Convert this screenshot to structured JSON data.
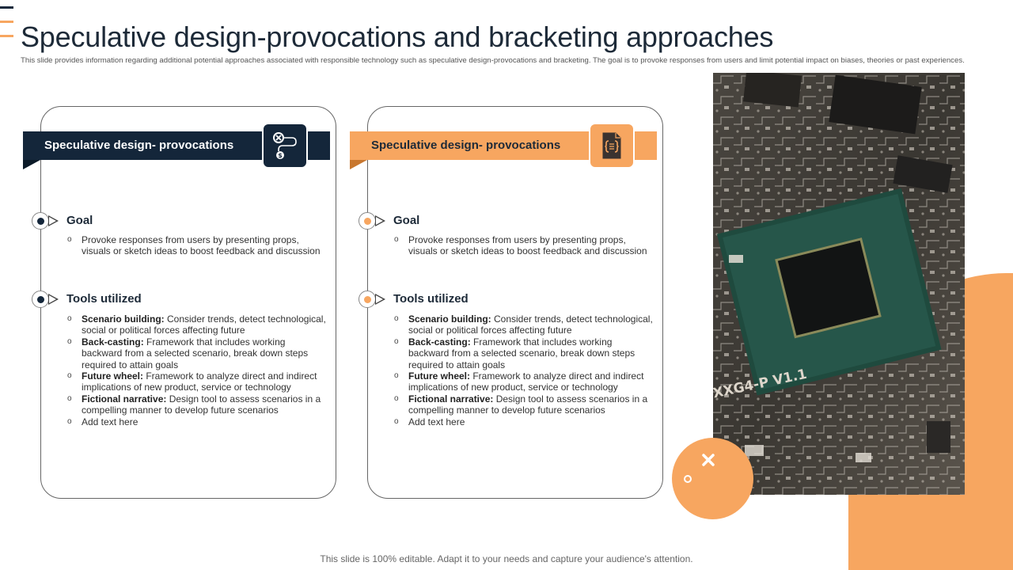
{
  "slide": {
    "title": "Speculative design-provocations and bracketing approaches",
    "subtitle": "This slide provides information regarding additional potential approaches associated with responsible technology such as speculative design-provocations and bracketing. The goal is to provoke responses from users and limit potential impact on biases, theories or past experiences.",
    "footer": "This slide is 100% editable. Adapt it to your needs and capture your audience's attention."
  },
  "colors": {
    "navy": "#14263a",
    "orange": "#f7a660",
    "text": "#1d2a38"
  },
  "cards": [
    {
      "heading": "Speculative design- provocations",
      "icon": "strategy-path-icon",
      "goal_label": "Goal",
      "goal_items": [
        "Provoke responses from users by presenting props, visuals or sketch ideas to boost feedback and discussion"
      ],
      "tools_label": "Tools utilized",
      "tools": [
        {
          "term": "Scenario building:",
          "text": " Consider trends, detect technological, social or political forces affecting future"
        },
        {
          "term": "Back-casting:",
          "text": " Framework that includes working backward from a selected scenario, break down steps required to attain goals"
        },
        {
          "term": "Future wheel:",
          "text": " Framework to analyze direct and indirect implications of new product, service or technology"
        },
        {
          "term": "Fictional narrative:",
          "text": " Design tool to assess scenarios in a compelling manner to develop future scenarios"
        },
        {
          "term": "",
          "text": "Add text here"
        }
      ]
    },
    {
      "heading": "Speculative design- provocations",
      "icon": "code-file-icon",
      "goal_label": "Goal",
      "goal_items": [
        "Provoke responses from users by presenting props, visuals or sketch ideas to boost feedback and discussion"
      ],
      "tools_label": "Tools utilized",
      "tools": [
        {
          "term": "Scenario building:",
          "text": " Consider trends, detect technological, social or political forces affecting future"
        },
        {
          "term": "Back-casting:",
          "text": " Framework that includes working backward from a selected scenario, break down steps required to attain goals"
        },
        {
          "term": "Future wheel:",
          "text": " Framework to analyze direct and indirect implications of new product, service or technology"
        },
        {
          "term": "Fictional narrative:",
          "text": " Design tool to assess scenarios in a compelling manner to develop future scenarios"
        },
        {
          "term": "",
          "text": "Add text here"
        }
      ]
    }
  ],
  "image": {
    "subject": "circuit-board-chip",
    "board_text": "XXG4-P V1.1"
  }
}
